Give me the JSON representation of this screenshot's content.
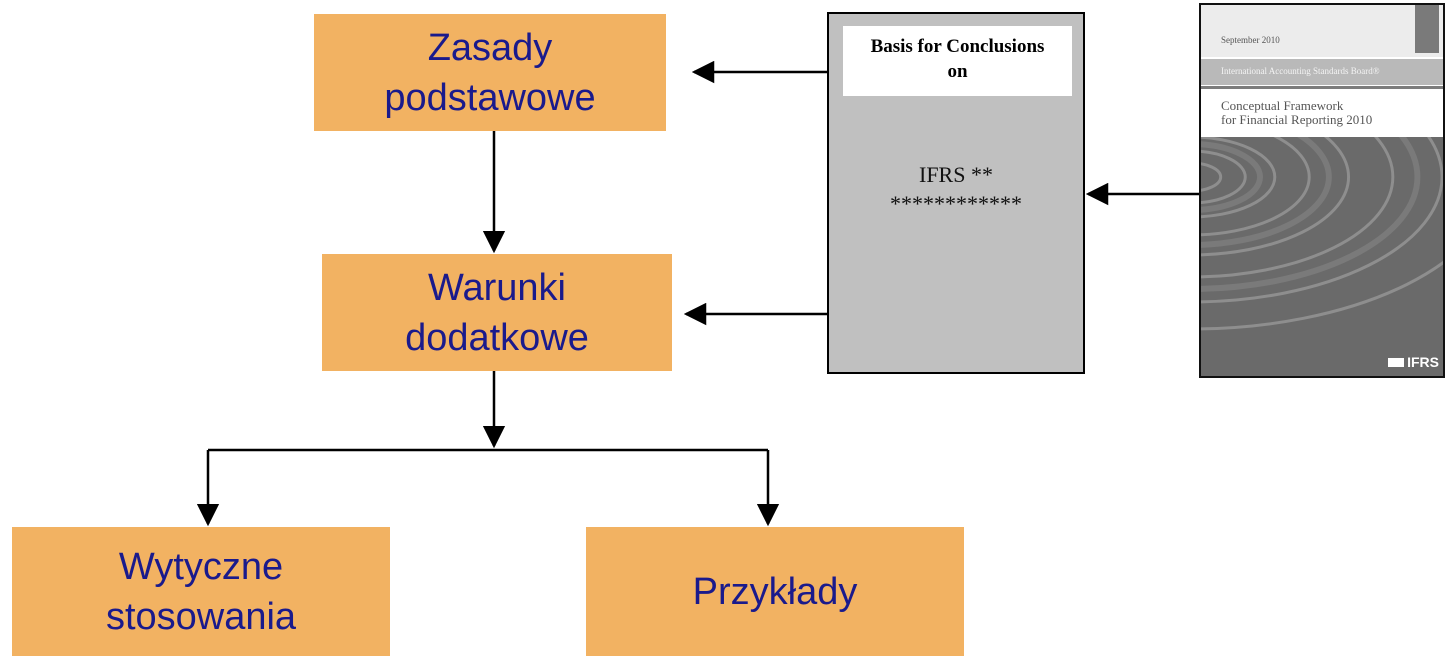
{
  "hierarchy": {
    "zasady": [
      "Zasady",
      "podstawowe"
    ],
    "warunki": [
      "Warunki",
      "dodatkowe"
    ],
    "wytyczne": [
      "Wytyczne",
      "stosowania"
    ],
    "przyklady": "Przykłady"
  },
  "basis_document": {
    "header": [
      "Basis for Conclusions",
      "on"
    ],
    "body": [
      "IFRS **",
      "************"
    ]
  },
  "framework_cover": {
    "date": "September 2010",
    "board": "International Accounting Standards Board®",
    "title": [
      "Conceptual Framework",
      "for Financial Reporting 2010"
    ],
    "logo_text": "IFRS"
  },
  "colors": {
    "box_fill": "#f2b262",
    "box_text": "#1a1a8c",
    "document_fill": "#c0c0c0",
    "cover_art": "#6a6a6a"
  }
}
